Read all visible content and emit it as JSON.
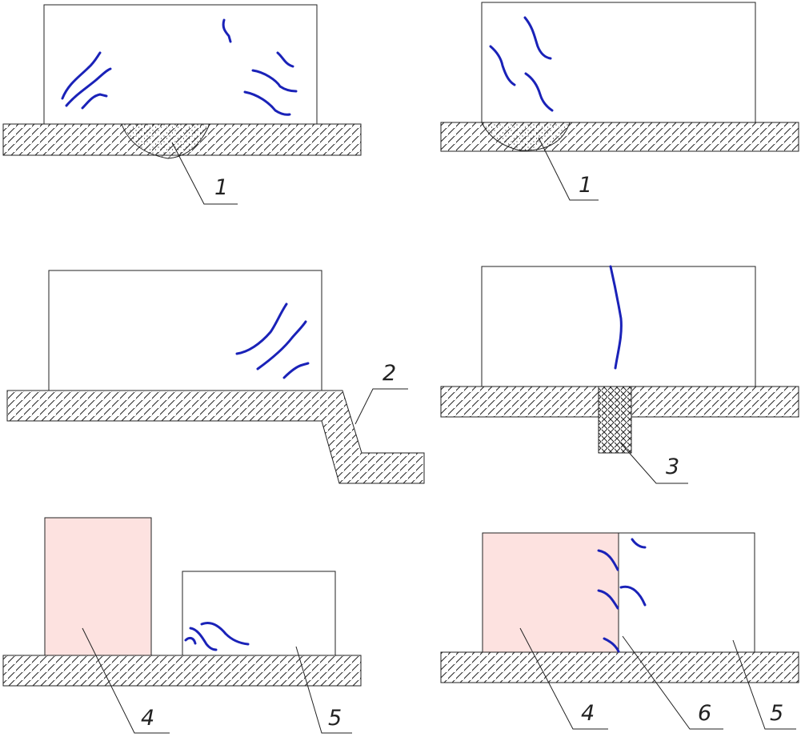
{
  "callouts": {
    "weld_left": "1",
    "weld_right": "1",
    "bent": "2",
    "insert": "3",
    "block_left": "4",
    "block_right": "5",
    "pair_left": "4",
    "pair_joint": "6",
    "pair_right": "5"
  },
  "colors": {
    "crack": "#1a22b8",
    "block_fill": "#fde2e0",
    "outline": "#222222"
  }
}
